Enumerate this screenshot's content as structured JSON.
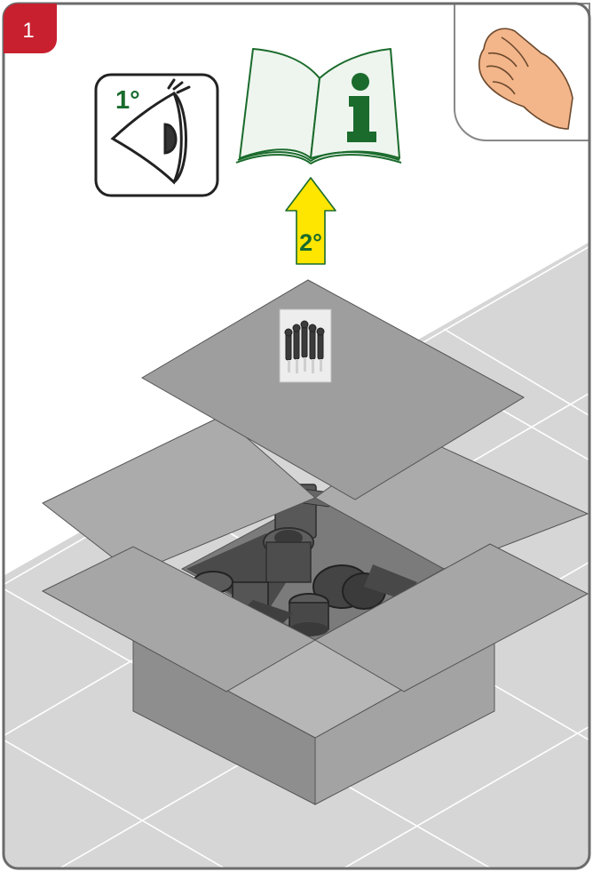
{
  "step": {
    "number": "1",
    "badge_color": "#c8202f"
  },
  "read_first": {
    "order_label": "1°",
    "icon": "eye-icon"
  },
  "manual": {
    "order_label": "2°",
    "icon": "info-manual-icon",
    "accent": "#1a6b2c"
  },
  "arrow": {
    "color": "#ffe600",
    "direction": "up"
  },
  "hand": {
    "icon": "hand-icon"
  },
  "colors": {
    "frame": "#6b6b6b",
    "floor": "#d4d4d4",
    "box_side": "#9a9a9a",
    "box_flap": "#a9a9a9",
    "lid": "#9d9d9d",
    "parts": "#3d3d3d"
  }
}
